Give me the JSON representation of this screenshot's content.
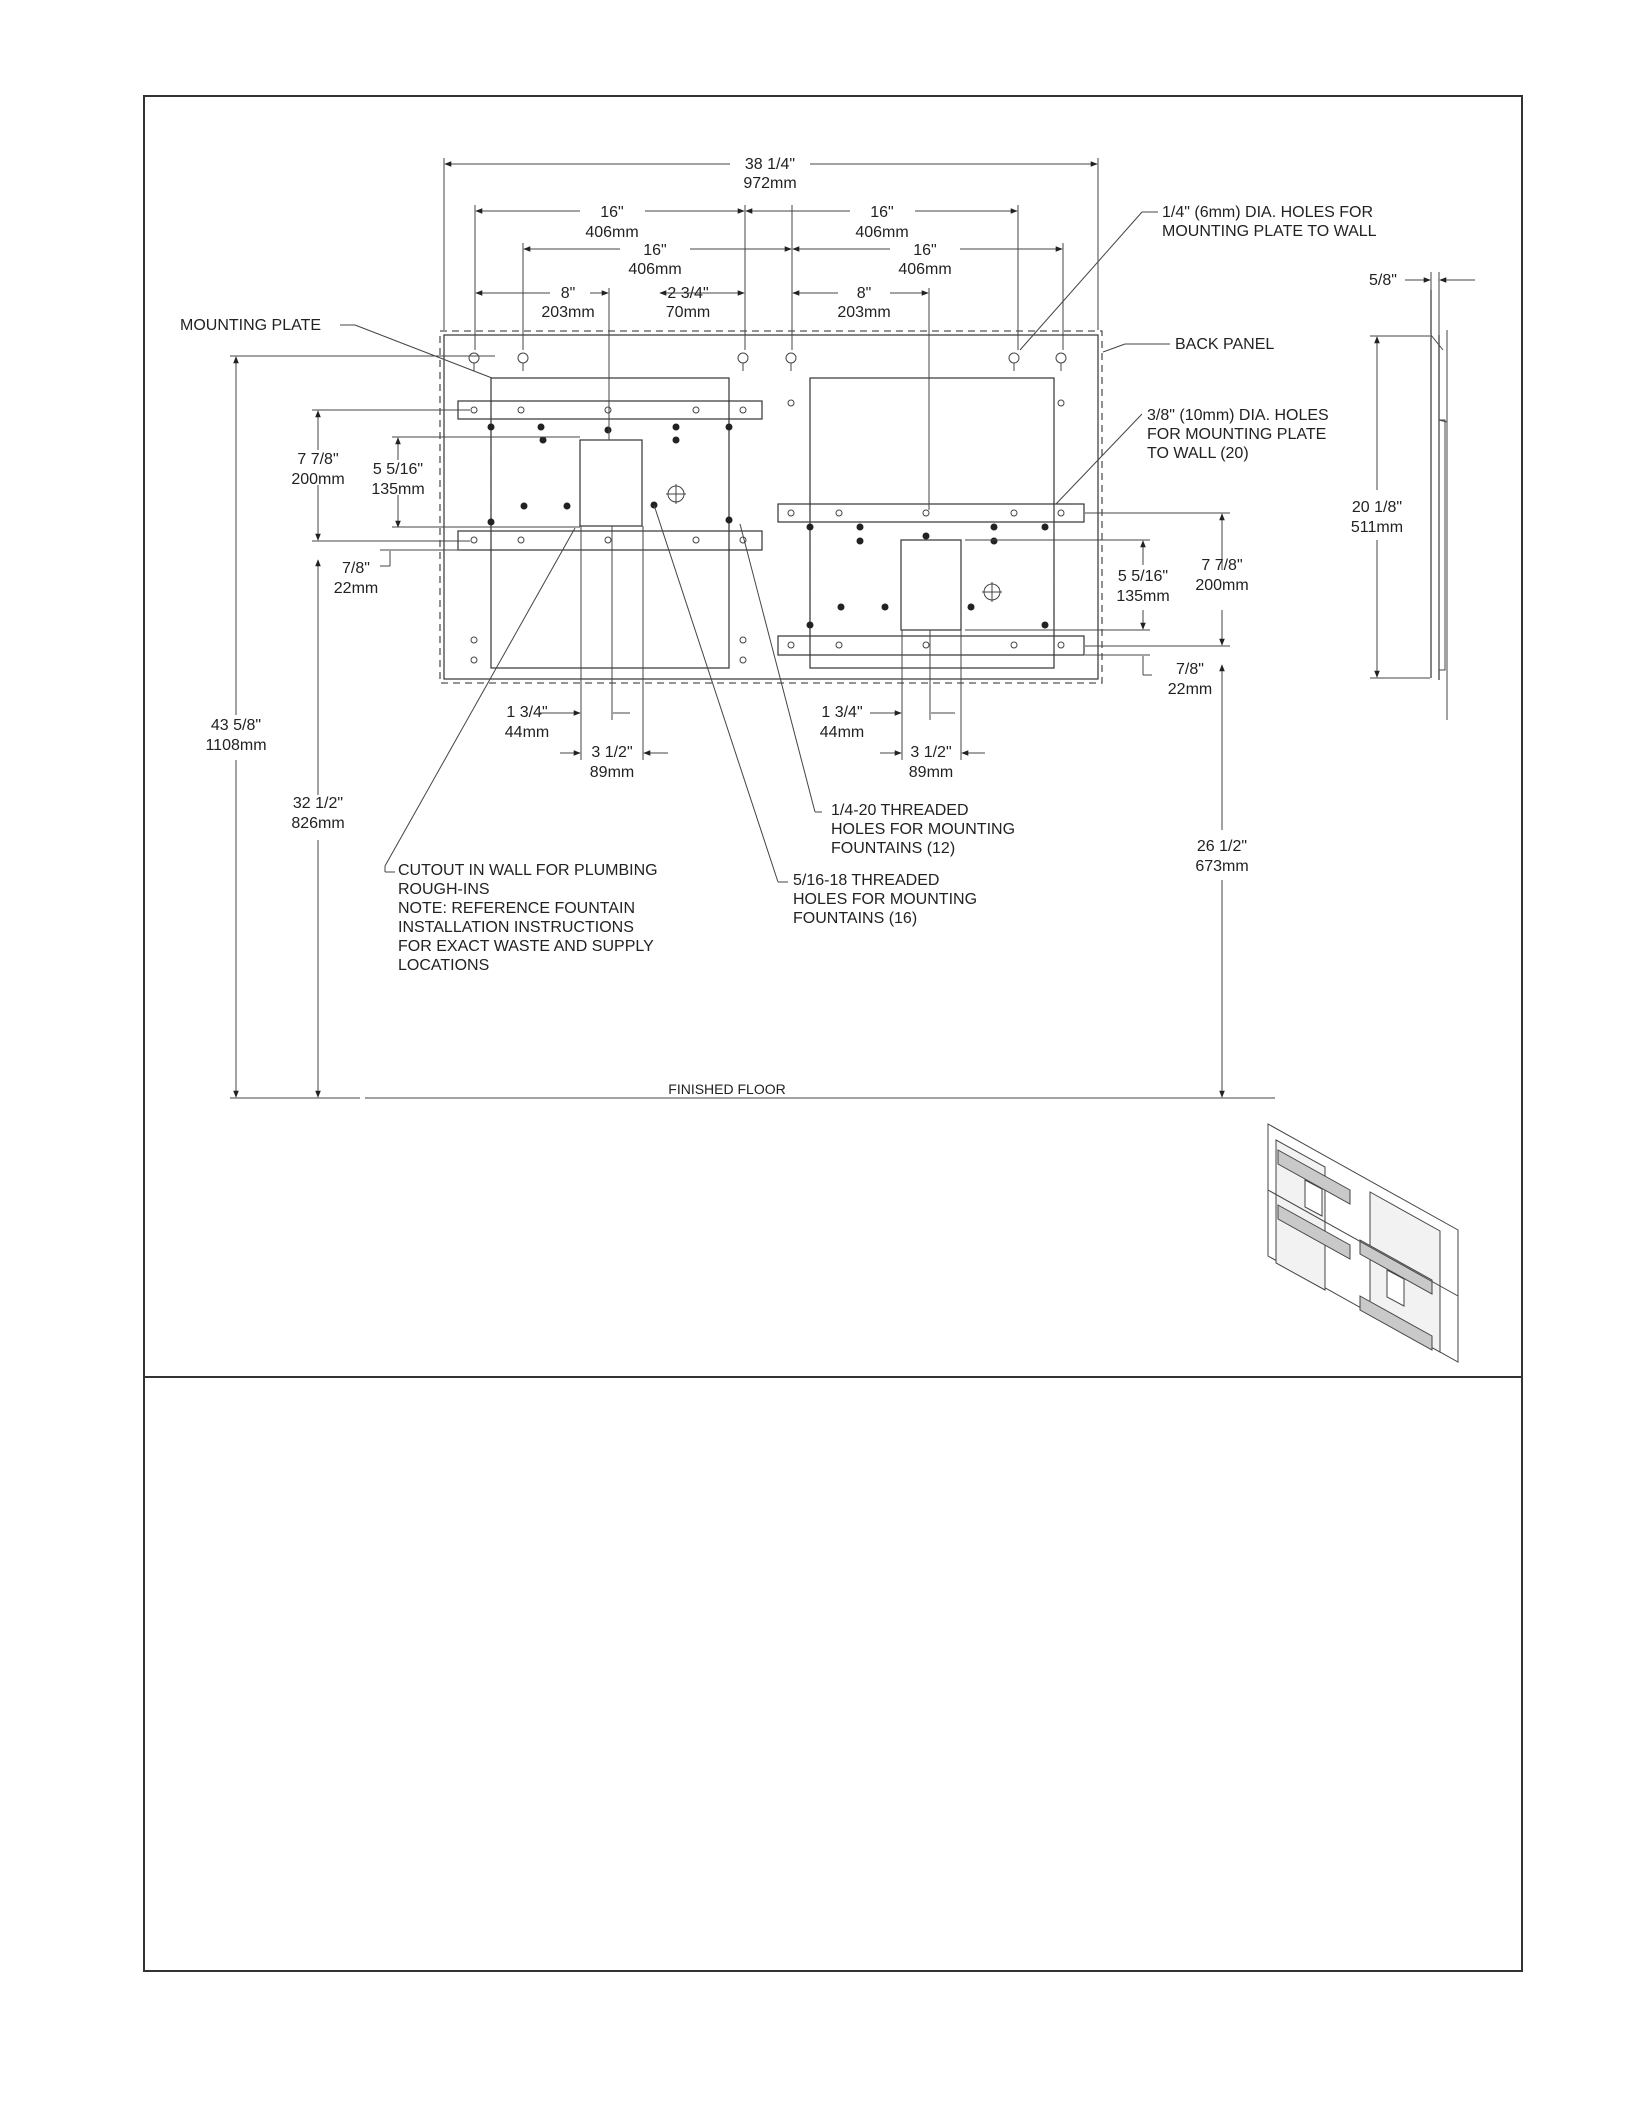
{
  "dimensions": {
    "overall_width": {
      "imperial": "38 1/4\"",
      "metric": "972mm"
    },
    "hole_spacing_left": {
      "imperial": "16\"",
      "metric": "406mm"
    },
    "hole_spacing_right": {
      "imperial": "16\"",
      "metric": "406mm"
    },
    "hole_spacing_left_2": {
      "imperial": "16\"",
      "metric": "406mm"
    },
    "hole_spacing_right_2": {
      "imperial": "16\"",
      "metric": "406mm"
    },
    "center_left": {
      "imperial": "8\"",
      "metric": "203mm"
    },
    "center_gap": {
      "imperial": "2 3/4\"",
      "metric": "70mm"
    },
    "center_right": {
      "imperial": "8\"",
      "metric": "203mm"
    },
    "side_depth": {
      "imperial": "5/8\""
    },
    "panel_height": {
      "imperial": "20 1/8\"",
      "metric": "511mm"
    },
    "left_plate_height": {
      "imperial": "7 7/8\"",
      "metric": "200mm"
    },
    "left_cutout_height": {
      "imperial": "5 5/16\"",
      "metric": "135mm"
    },
    "left_offset": {
      "imperial": "7/8\"",
      "metric": "22mm"
    },
    "right_cutout_height": {
      "imperial": "5 5/16\"",
      "metric": "135mm"
    },
    "right_plate_height": {
      "imperial": "7 7/8\"",
      "metric": "200mm"
    },
    "right_offset": {
      "imperial": "7/8\"",
      "metric": "22mm"
    },
    "left_cutout_offset": {
      "imperial": "1 3/4\"",
      "metric": "44mm"
    },
    "left_cutout_width": {
      "imperial": "3 1/2\"",
      "metric": "89mm"
    },
    "right_cutout_offset": {
      "imperial": "1 3/4\"",
      "metric": "44mm"
    },
    "right_cutout_width": {
      "imperial": "3 1/2\"",
      "metric": "89mm"
    },
    "overall_height": {
      "imperial": "43 5/8\"",
      "metric": "1108mm"
    },
    "left_floor_height": {
      "imperial": "32 1/2\"",
      "metric": "826mm"
    },
    "right_floor_height": {
      "imperial": "26 1/2\"",
      "metric": "673mm"
    }
  },
  "callouts": {
    "mounting_plate": "MOUNTING PLATE",
    "back_panel": "BACK PANEL",
    "holes_quarter": [
      "1/4\" (6mm) DIA. HOLES FOR",
      "MOUNTING PLATE TO WALL"
    ],
    "holes_three_eighths": [
      "3/8\" (10mm) DIA. HOLES",
      "FOR MOUNTING PLATE",
      "TO WALL (20)"
    ],
    "threaded_1420": [
      "1/4-20 THREADED",
      "HOLES FOR MOUNTING",
      "FOUNTAINS (12)"
    ],
    "threaded_51618": [
      "5/16-18 THREADED",
      "HOLES FOR MOUNTING",
      "FOUNTAINS (16)"
    ],
    "cutout_note": [
      "CUTOUT IN WALL FOR PLUMBING",
      "ROUGH-INS",
      "NOTE: REFERENCE FOUNTAIN",
      "INSTALLATION INSTRUCTIONS",
      "FOR EXACT WASTE AND SUPPLY",
      "LOCATIONS"
    ],
    "finished_floor": "FINISHED FLOOR"
  }
}
